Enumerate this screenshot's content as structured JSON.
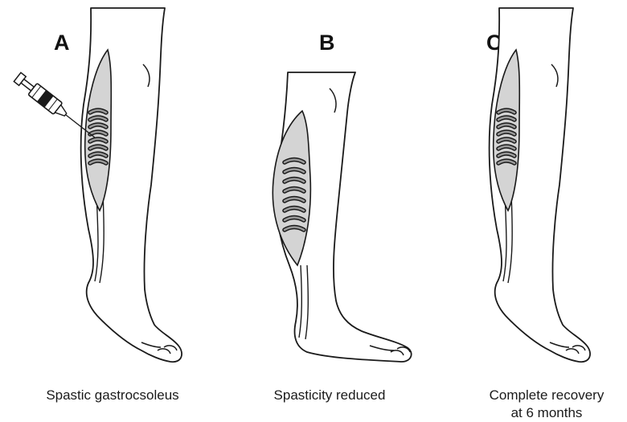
{
  "panels": [
    {
      "letter": "A",
      "caption": "Spastic gastrocsoleus"
    },
    {
      "letter": "B",
      "caption": "Spasticity reduced"
    },
    {
      "letter": "C",
      "caption_line1": "Complete recovery",
      "caption_line2": "at 6 months"
    }
  ]
}
